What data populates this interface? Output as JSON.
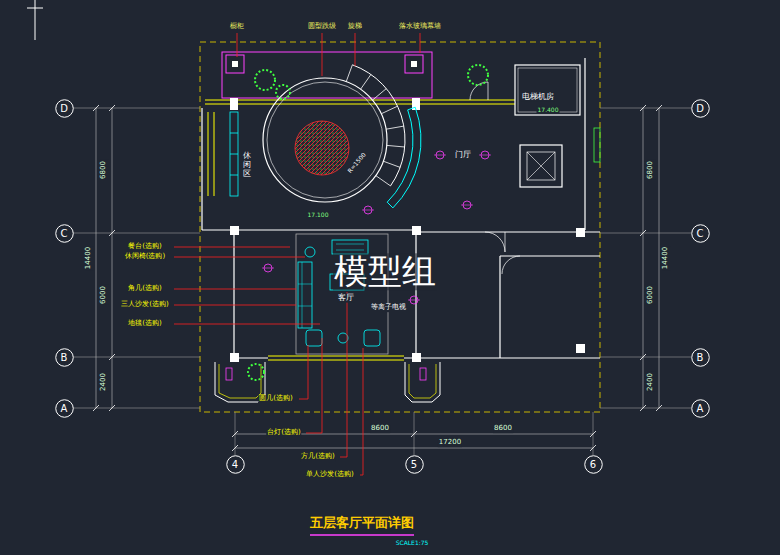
{
  "diagram": {
    "title": "五层客厅平面详图",
    "nodes": [
      {
        "text": [
          "D"
        ]
      },
      {
        "text": [
          "D"
        ]
      },
      {
        "text": [
          "C"
        ]
      },
      {
        "text": [
          "C"
        ]
      },
      {
        "text": [
          "B"
        ]
      },
      {
        "text": [
          "B"
        ]
      },
      {
        "text": [
          "A"
        ]
      },
      {
        "text": [
          "A"
        ]
      },
      {
        "text": [
          "4"
        ]
      },
      {
        "text": [
          "5"
        ]
      },
      {
        "text": [
          "6"
        ]
      }
    ],
    "labels": [
      "橱柜",
      "圆型跌级",
      "旋梯",
      "落水玻璃幕墙",
      "电梯机房",
      "17.400",
      "门厅",
      "休闲区",
      "R=1500",
      "17.100",
      "客厅",
      "等离子电视",
      "餐台(选购)",
      "休闲椅(选购)",
      "角几(选购)",
      "三人沙发(选购)",
      "地毯(选购)",
      "圆几(选购)",
      "台灯(选购)",
      "方几(选购)",
      "单人沙发(选购)",
      "6800",
      "14400",
      "6000",
      "2400",
      "6800",
      "14400",
      "6000",
      "2400",
      "8600",
      "8600",
      "17200",
      "SCALE1:75",
      "模型组"
    ]
  }
}
